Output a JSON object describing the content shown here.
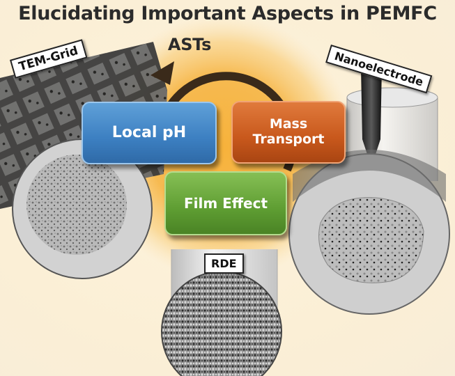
{
  "title": {
    "line1": "Elucidating Important Aspects in PEMFC",
    "line2": "ASTs"
  },
  "aspects": [
    {
      "label": "Local pH",
      "color": "#3c7fc1"
    },
    {
      "label": "Mass Transport",
      "color": "#c8581c"
    },
    {
      "label": "Film Effect",
      "color": "#5e9d32"
    }
  ],
  "techniques": {
    "tem_grid": "TEM-Grid",
    "nanoelectrode": "Nanoelectrode",
    "rde": "RDE"
  },
  "icons": {
    "cycle": "cycle-arrow-icon",
    "glow": "orange-sun-glow"
  }
}
